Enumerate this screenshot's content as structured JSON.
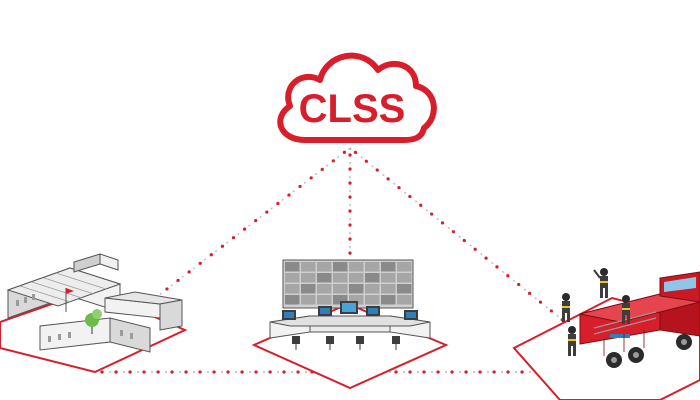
{
  "cloud": {
    "label": "CLSS",
    "icon": "cloud-icon"
  },
  "nodes": [
    {
      "id": "building",
      "icon": "building-icon"
    },
    {
      "id": "control-room",
      "icon": "control-room-icon"
    },
    {
      "id": "fire-truck",
      "icon": "fire-truck-icon"
    }
  ],
  "colors": {
    "accent": "#d81e2a",
    "connector": "#bbbbbb",
    "connector_dot": "#d81e2a",
    "outline": "#555555",
    "fill_light": "#f2f2f2",
    "fill_mid": "#d9d9d9",
    "fill_dark": "#9b9b9b",
    "screen_blue": "#2f7fb8",
    "green": "#6dbb4a"
  }
}
